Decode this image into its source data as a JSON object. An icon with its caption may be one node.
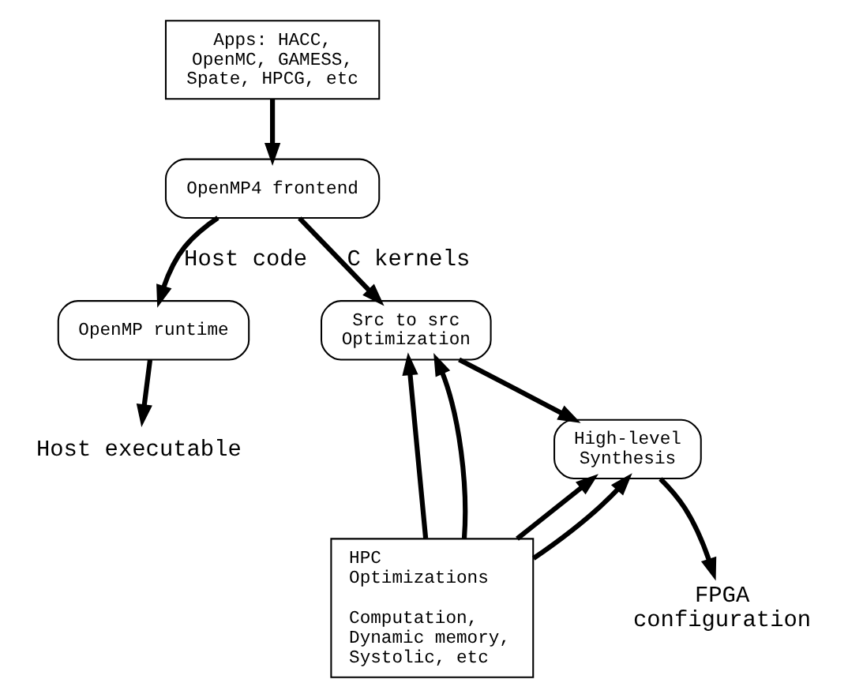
{
  "diagram": {
    "nodes": [
      {
        "text": [
          "Apps: HACC, OpenMC, GAMESS, Spate, HPCG, etc"
        ]
      },
      {
        "text": [
          "OpenMP4 frontend"
        ]
      },
      {
        "text": [
          "OpenMP runtime"
        ]
      },
      {
        "text": [
          "Src to src Optimization"
        ]
      },
      {
        "text": [
          "High-level Synthesis"
        ]
      },
      {
        "text": [
          "HPC Optimizations",
          "Computation, Dynamic memory, Systolic, etc"
        ]
      },
      {
        "text": [
          "Host executable"
        ]
      },
      {
        "text": [
          "FPGA configuration"
        ]
      }
    ],
    "edges": [
      {
        "from": 0,
        "to": 1,
        "arrow": "to"
      },
      {
        "from": 1,
        "to": 2,
        "arrow": "to",
        "label": "Host code"
      },
      {
        "from": 1,
        "to": 3,
        "arrow": "to",
        "label": "C kernels"
      },
      {
        "from": 2,
        "to": 6,
        "arrow": "to"
      },
      {
        "from": 3,
        "to": 4,
        "arrow": "to"
      },
      {
        "from": 4,
        "to": 7,
        "arrow": "to"
      },
      {
        "from": 5,
        "to": 3,
        "arrow": "to"
      },
      {
        "from": 5,
        "to": 3,
        "arrow": "to"
      },
      {
        "from": 5,
        "to": 4,
        "arrow": "to"
      },
      {
        "from": 5,
        "to": 4,
        "arrow": "to"
      }
    ]
  }
}
